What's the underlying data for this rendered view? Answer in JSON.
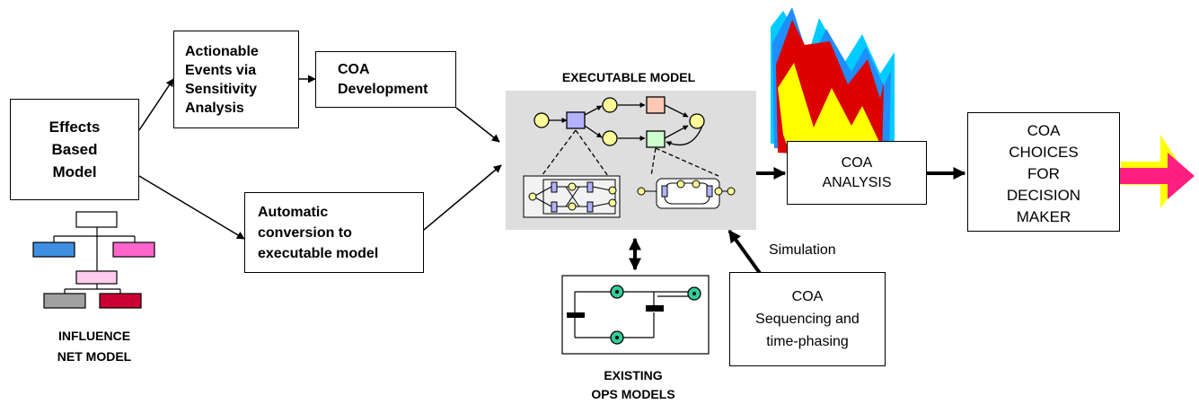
{
  "effects_model": "Effects\nBased\nModel",
  "actionable_events": "Actionable\nEvents via\nSensitivity\nAnalysis",
  "coa_development": "COA\nDevelopment",
  "automatic_conversion": "Automatic\nconversion to\nexecutable model",
  "executable_model_title": "EXECUTABLE MODEL",
  "coa_analysis": "COA\nANALYSIS",
  "coa_choices": "COA\nCHOICES\nFOR\nDECISION\nMAKER",
  "simulation": "Simulation",
  "coa_sequencing": "COA\nSequencing and\ntime-phasing",
  "influence_net_label": "INFLUENCE\nNET MODEL",
  "existing_ops_label": "EXISTING\nOPS MODELS",
  "colors": {
    "panel_gray": "#dedede",
    "place_yellow": "#ffff99",
    "transition_blue": "#b3b3ff",
    "transition_pink": "#ffc8b4",
    "transition_green": "#ccffcc",
    "influence_blue": "#3d8fe0",
    "influence_pink": "#ff66cc",
    "influence_light_pink": "#ffccf0",
    "influence_gray": "#a0a0a0",
    "influence_red": "#cc0033",
    "arrow_yellow": "#ffff00",
    "arrow_magenta": "#ff1f80",
    "chart_red": "#dd0000",
    "chart_cyan": "#00ccff",
    "chart_blue": "#1f8fff",
    "ops_green": "#33cc99"
  }
}
